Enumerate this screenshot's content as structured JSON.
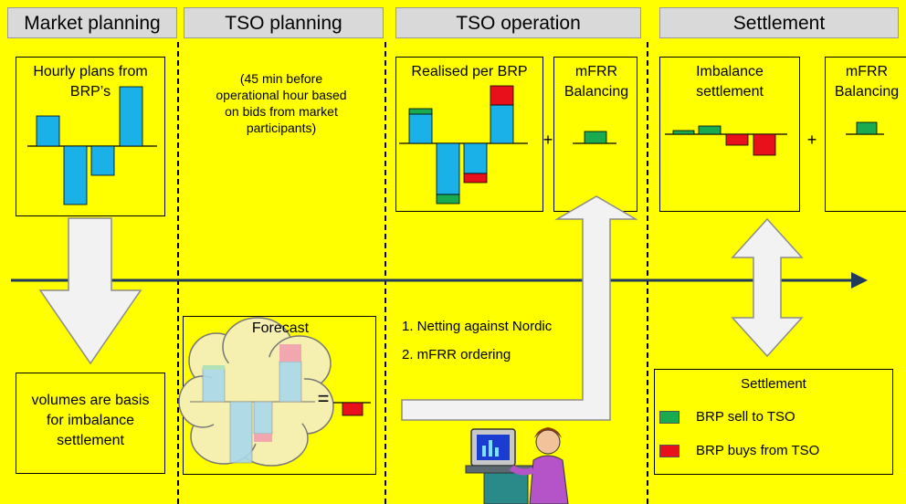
{
  "headers": {
    "market_planning": "Market  planning",
    "tso_planning": "TSO planning",
    "tso_operation": "TSO operation",
    "settlement": "Settlement"
  },
  "market": {
    "hourly_title": "Hourly plans from BRP’s",
    "volumes_text": "volumes are basis for imbalance settlement"
  },
  "tso_planning": {
    "note": "(45 min before operational hour based on bids from market participants)",
    "forecast_title": "Forecast",
    "equals": "="
  },
  "tso_operation": {
    "realised_title": "Realised per BRP",
    "plus": "+",
    "mfrr_title": "mFRR Balancing",
    "step1": "1. Netting against Nordic",
    "step2": "2. mFRR ordering"
  },
  "settlement": {
    "imbalance_title": "Imbalance settlement",
    "plus": "+",
    "mfrr_title": "mFRR Balancing",
    "legend_title": "Settlement",
    "legend_sell": "BRP sell to TSO",
    "legend_buy": "BRP buys from TSO"
  },
  "colors": {
    "background": "#ffff00",
    "bar_blue": "#1ab0e8",
    "sell_green": "#1aaa50",
    "buy_red": "#e8101a",
    "arrow_fill": "#f2f2f2"
  },
  "icons": {
    "operator": "person-at-computer-icon",
    "timeline": "timeline-arrow"
  }
}
